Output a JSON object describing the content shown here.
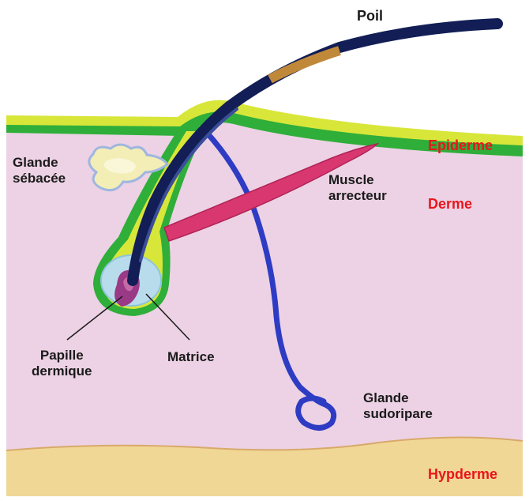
{
  "labels": {
    "poil": "Poil",
    "glande_sebacee": [
      "Glande",
      "sébacée"
    ],
    "muscle_arrecteur": [
      "Muscle",
      "arrecteur"
    ],
    "papille_dermique": [
      "Papille",
      "dermique"
    ],
    "matrice": "Matrice",
    "glande_sudoripare": [
      "Glande",
      "sudoripare"
    ]
  },
  "layers": {
    "epiderme": "Epiderme",
    "derme": "Derme",
    "hypoderme": "Hypderme"
  },
  "colors": {
    "layer_label": "#e8161b",
    "text": "#1a1a1a",
    "derme": "#ecd2e4",
    "hypoderme": "#f1d796",
    "epiderme_green": "#2fae3a",
    "epiderme_yellow": "#d8e63a",
    "hair": "#121e55",
    "hair_band": "#c0893a",
    "muscle": "#d9376f",
    "sweat_gland": "#2e3cc4",
    "papilla": "#9a3a86",
    "matrix": "#b8dcec"
  }
}
